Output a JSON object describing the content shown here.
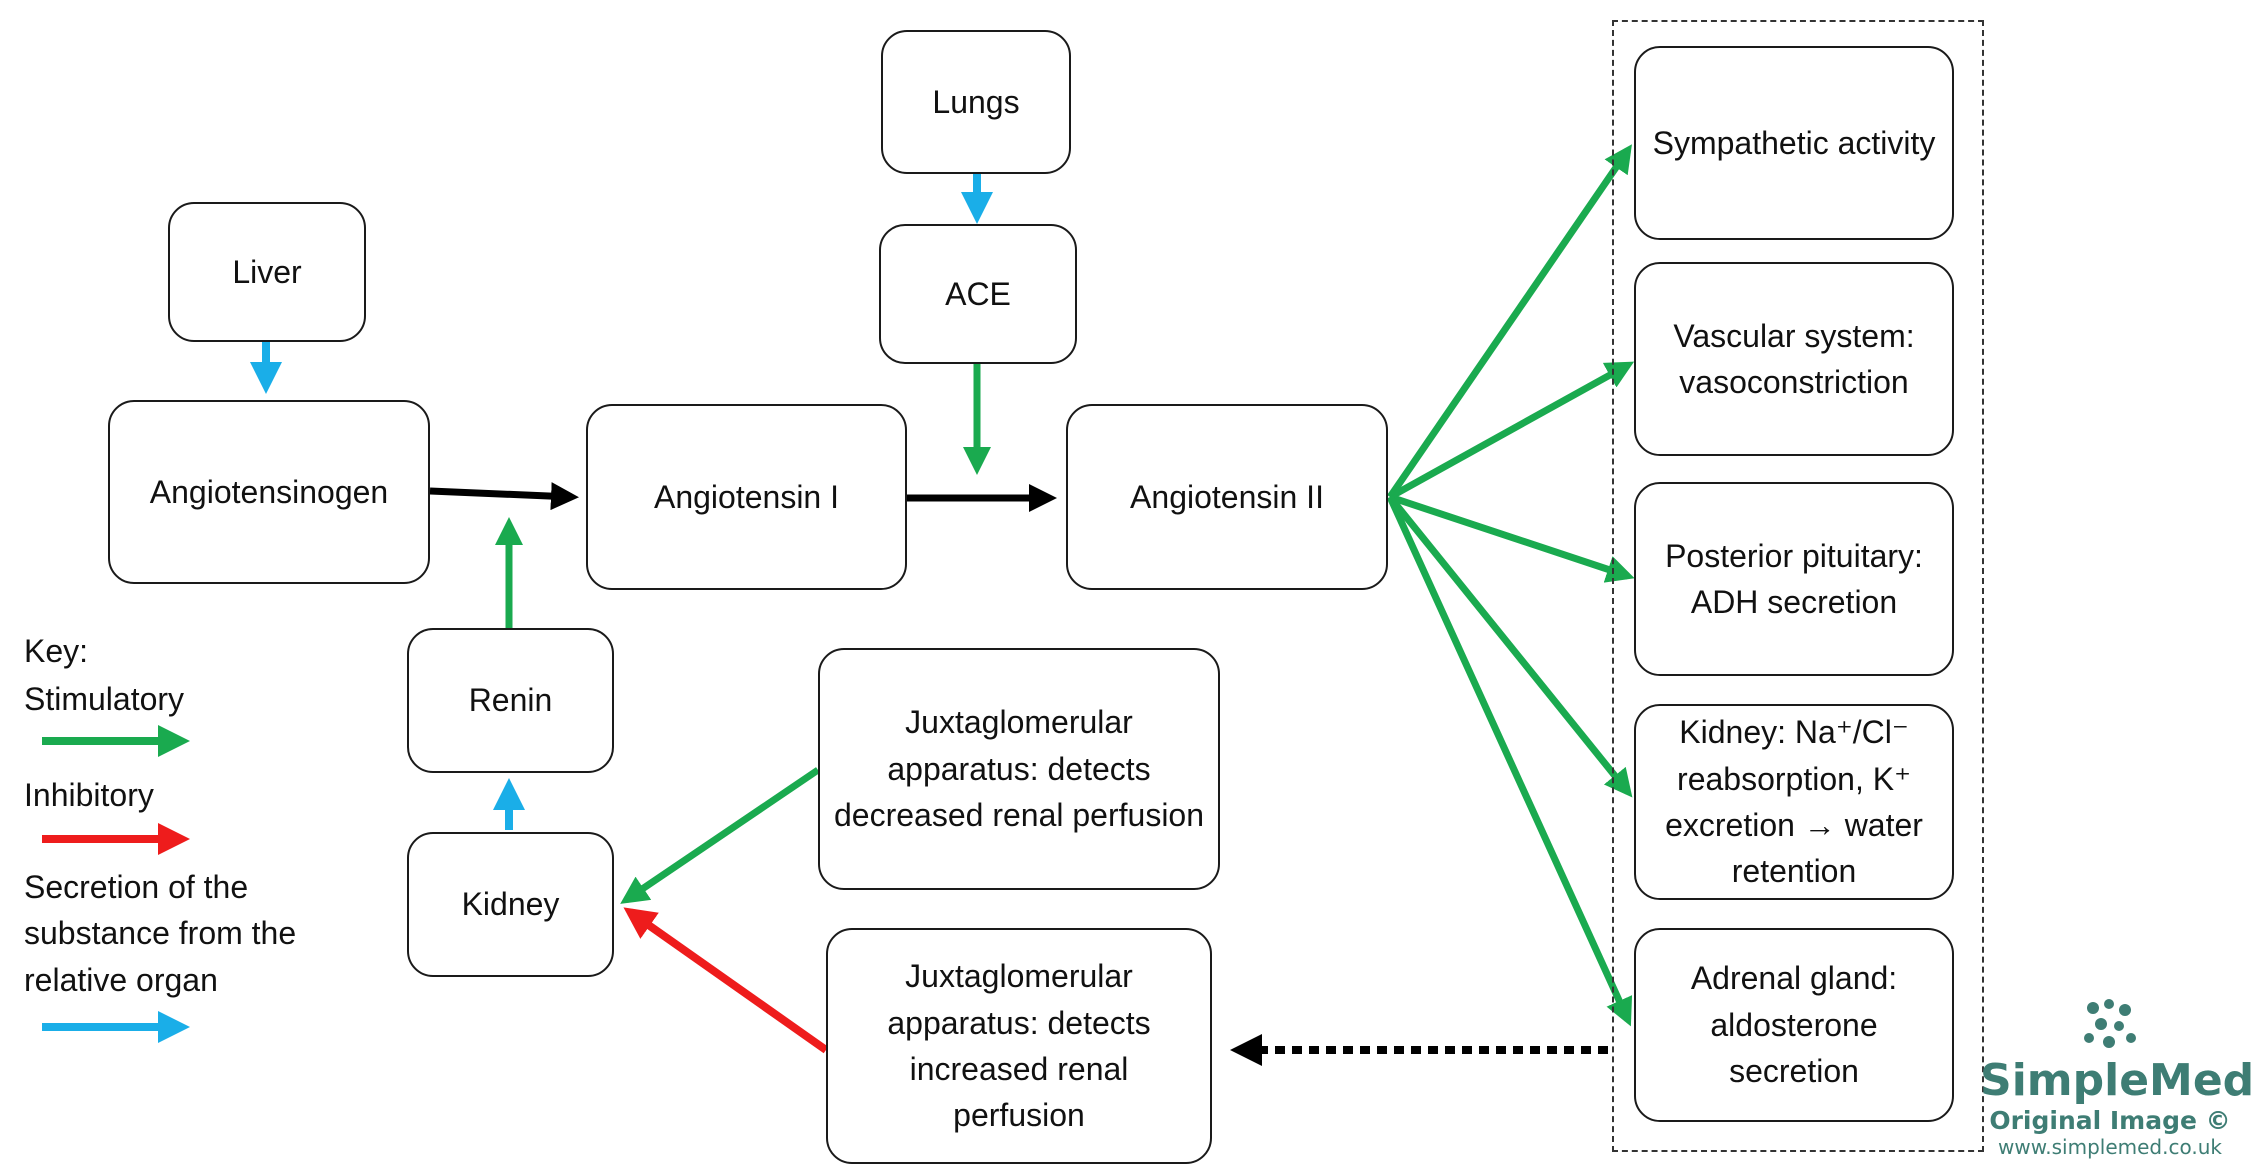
{
  "nodes": {
    "lungs": "Lungs",
    "ace": "ACE",
    "liver": "Liver",
    "angiotensinogen": "Angiotensinogen",
    "angiotensin_1": "Angiotensin I",
    "angiotensin_2": "Angiotensin II",
    "renin": "Renin",
    "kidney": "Kidney",
    "jga_decreased": "Juxtaglomerular apparatus: detects decreased renal perfusion",
    "jga_increased": "Juxtaglomerular apparatus: detects increased renal perfusion",
    "sympathetic": "Sympathetic activity",
    "vascular": "Vascular system: vasoconstriction",
    "posterior_pituitary": "Posterior pituitary: ADH secretion",
    "kidney_effect": "Kidney: Na⁺/Cl⁻ reabsorption, K⁺ excretion → water retention",
    "adrenal": "Adrenal gland: aldosterone secretion"
  },
  "key": {
    "title": "Key:",
    "stimulatory": "Stimulatory",
    "inhibitory": "Inhibitory",
    "secretion": "Secretion of the substance from the relative organ"
  },
  "colors": {
    "stimulatory": "#1aaa4f",
    "inhibitory": "#ee1c1c",
    "secretion": "#1aaee8",
    "pathway": "#000000"
  },
  "logo": {
    "name": "SimpleMed",
    "subtitle": "Original Image ©",
    "url": "www.simplemed.co.uk"
  }
}
